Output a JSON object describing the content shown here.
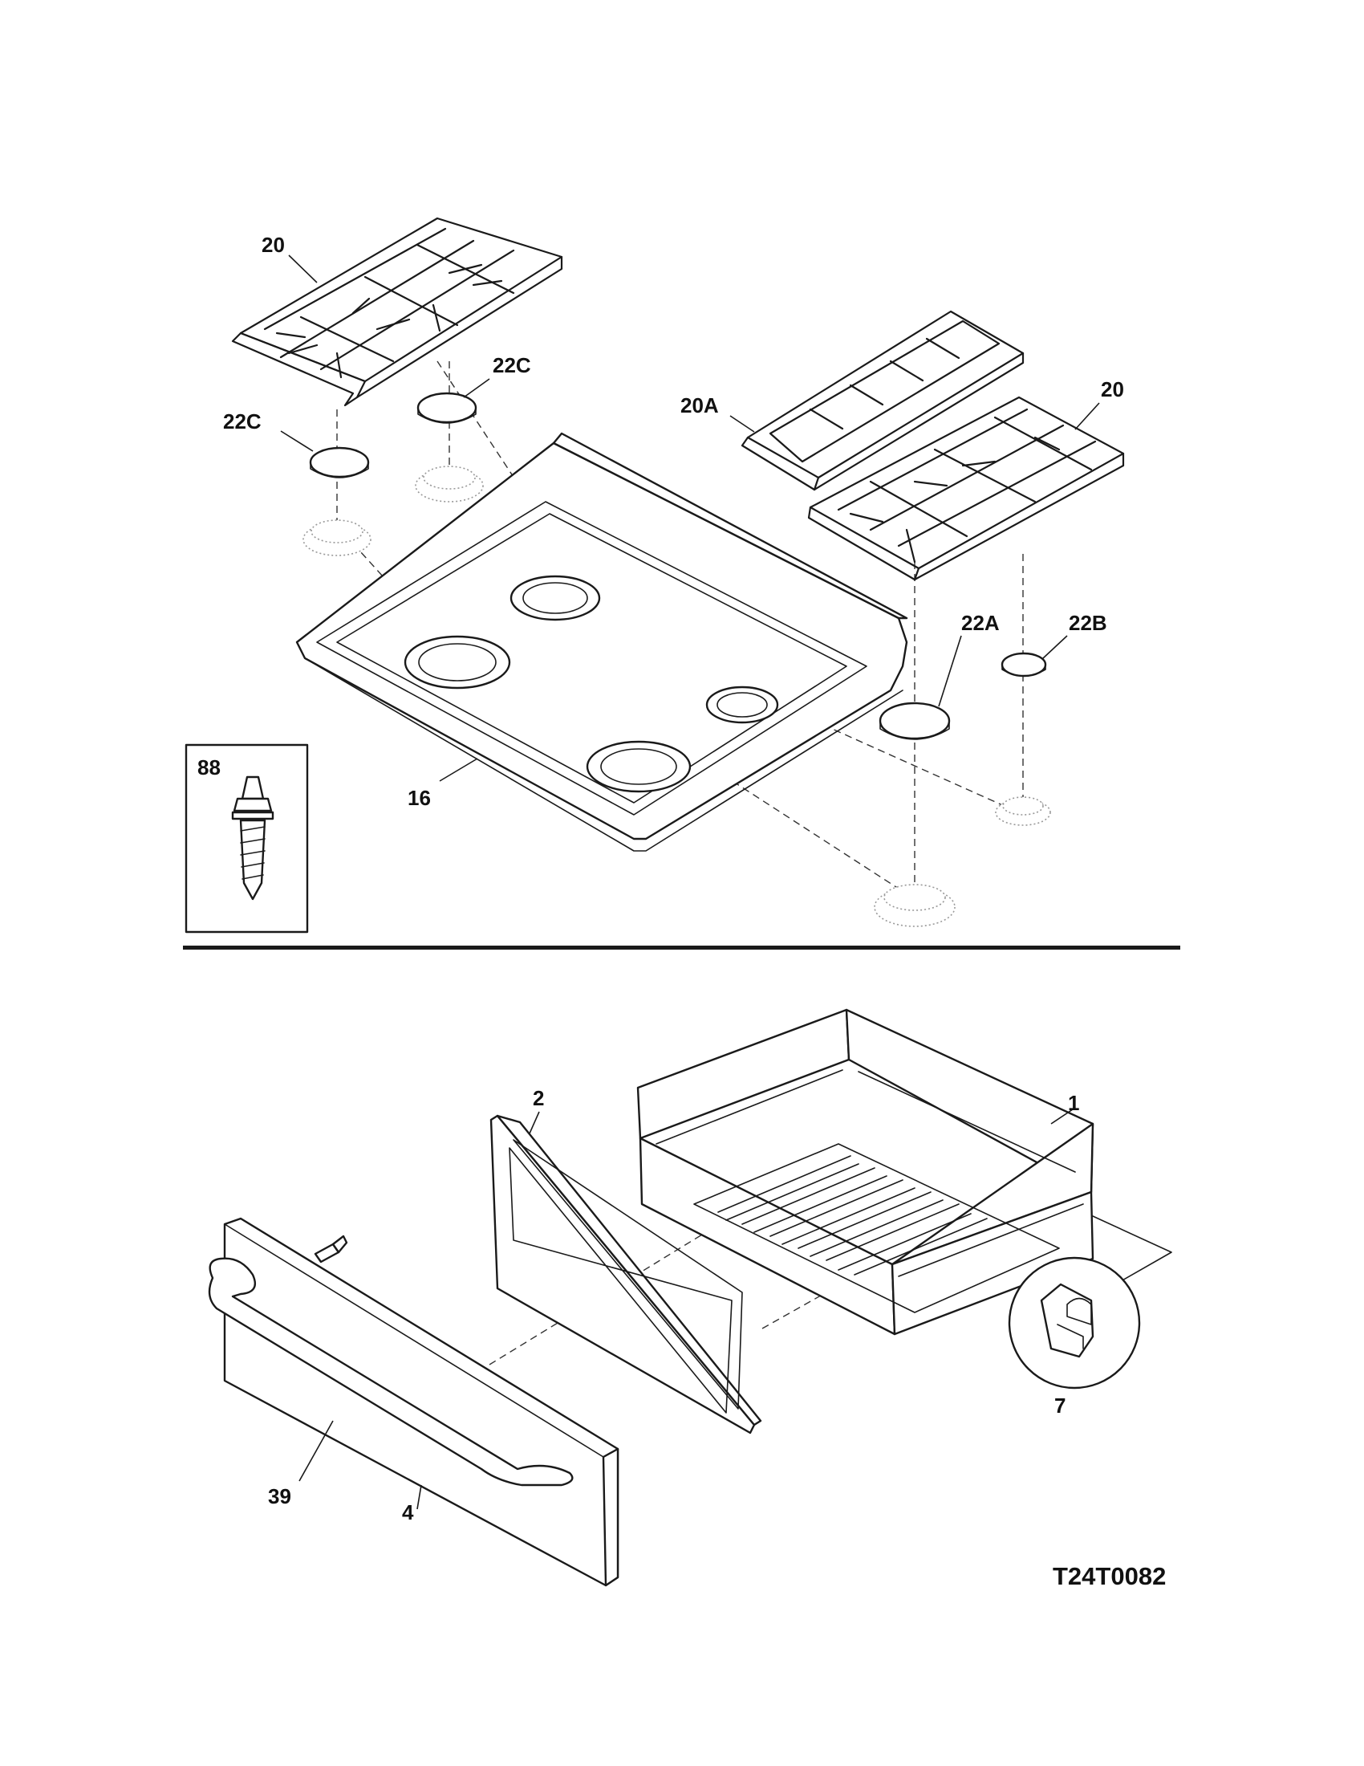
{
  "callouts": {
    "grate_left": "20",
    "cap_left_back": "22C",
    "cap_left_front": "22C",
    "grate_center": "20A",
    "grate_right": "20",
    "cap_right_large": "22A",
    "cap_right_small": "22B",
    "cooktop": "16",
    "screw_inset": "88",
    "drawer_box": "1",
    "drawer_frame": "2",
    "drawer_clip": "7",
    "drawer_handle": "39",
    "drawer_panel": "4"
  },
  "document_id": "T24T0082"
}
